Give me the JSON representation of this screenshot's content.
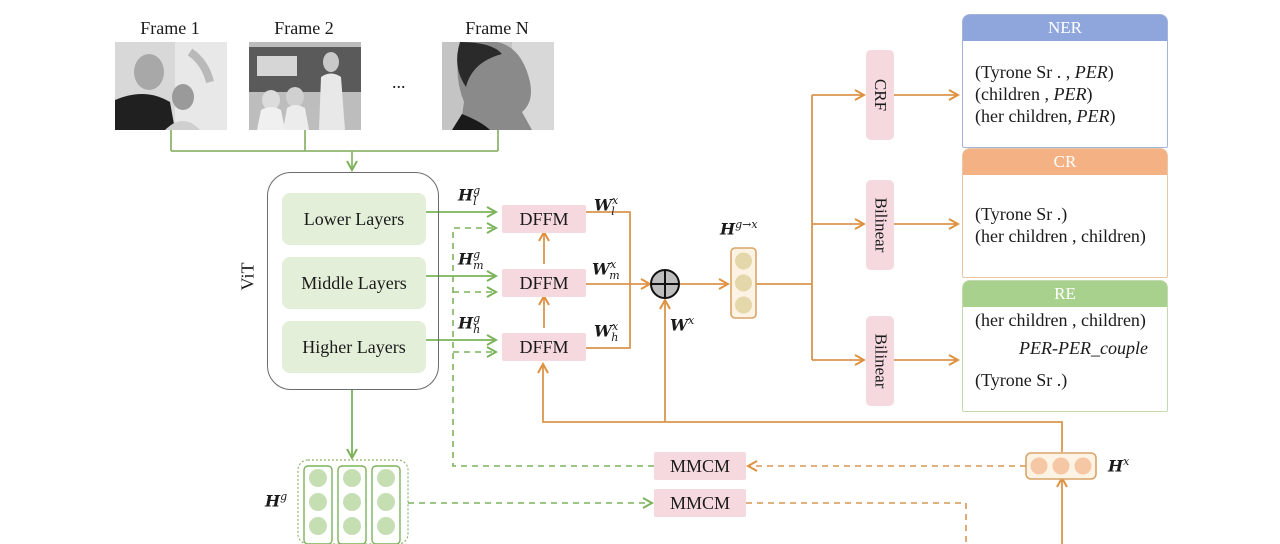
{
  "frames": [
    {
      "label": "Frame 1",
      "image": "frame-1-photo"
    },
    {
      "label": "Frame 2",
      "image": "frame-2-photo"
    },
    {
      "label": "Frame N",
      "image": "frame-n-photo"
    }
  ],
  "ellipsis": "...",
  "vit": {
    "label": "ViT",
    "layers": [
      "Lower Layers",
      "Middle Layers",
      "Higher Layers"
    ]
  },
  "hidden_inputs": [
    {
      "base": "H",
      "sup": "g",
      "sub": "l"
    },
    {
      "base": "H",
      "sup": "g",
      "sub": "m"
    },
    {
      "base": "H",
      "sup": "g",
      "sub": "h"
    }
  ],
  "dffm_label": "DFFM",
  "weights": [
    {
      "base": "W",
      "sup": "x",
      "sub": "l"
    },
    {
      "base": "W",
      "sup": "x",
      "sub": "m"
    },
    {
      "base": "W",
      "sup": "x",
      "sub": "h"
    }
  ],
  "wx": {
    "base": "W",
    "sup": "x"
  },
  "fusion": {
    "base": "H",
    "sup": "g→x"
  },
  "heads": [
    "CRF",
    "Bilinear",
    "Bilinear"
  ],
  "tasks": {
    "ner": {
      "title": "NER",
      "color": "#8fa6dc",
      "lines": [
        {
          "text": "(Tyrone Sr . , ",
          "tag": "PER",
          "end": ")"
        },
        {
          "text": "(children , ",
          "tag": "PER",
          "end": ")"
        },
        {
          "text": "(her children, ",
          "tag": "PER",
          "end": ")"
        }
      ]
    },
    "cr": {
      "title": "CR",
      "color": "#f4b183",
      "lines": [
        "(Tyrone Sr .)",
        "(her children , children)"
      ]
    },
    "re": {
      "title": "RE",
      "color": "#a9d18e",
      "head": "(her children , children)",
      "relation": "PER-PER_couple",
      "tail": "(Tyrone Sr .)"
    }
  },
  "mmcm_label": "MMCM",
  "hg": {
    "base": "H",
    "sup": "g"
  },
  "hx": {
    "base": "H",
    "sup": "x"
  },
  "colors": {
    "green": "#7cb35a",
    "orange": "#e0913f",
    "pink": "#f6d9de",
    "layer_green": "#e4efd9",
    "node_green": "#c5dfb2",
    "node_orange": "#f6c7a4"
  }
}
